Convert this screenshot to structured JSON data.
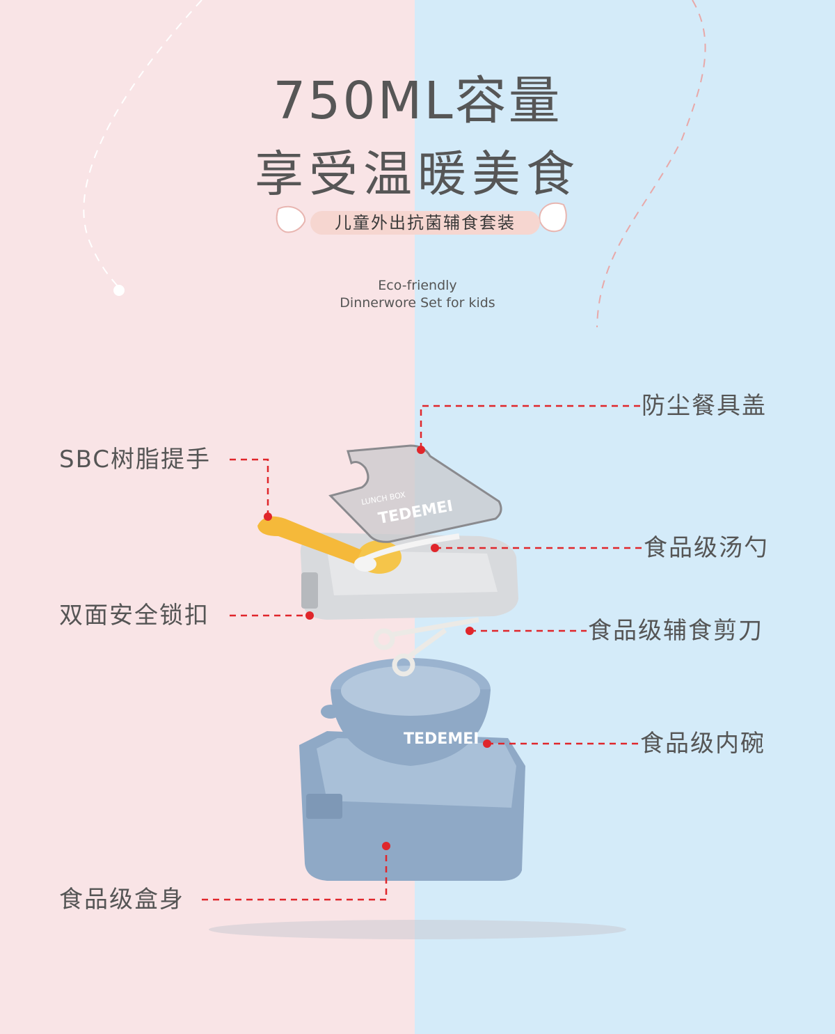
{
  "header": {
    "title_line1": "750ML容量",
    "title_line2": "享受温暖美食",
    "subtitle_pill": "儿童外出抗菌辅食套装",
    "english_line1": "Eco-friendly",
    "english_line2": "Dinnerwore Set for kids"
  },
  "callouts": {
    "lid": "防尘餐具盖",
    "handle": "SBC树脂提手",
    "spoon": "食品级汤勺",
    "lock": "双面安全锁扣",
    "scissors": "食品级辅食剪刀",
    "inner_bowl": "食品级内碗",
    "box_body": "食品级盒身"
  },
  "product_logo": {
    "brand": "TEDEMEI",
    "lid_text": "LUNCH BOX"
  },
  "colors": {
    "left_bg": "#f9e4e6",
    "right_bg": "#d4ebf9",
    "callout_red": "#e0262b",
    "box_blue": "#8fa9c6"
  }
}
